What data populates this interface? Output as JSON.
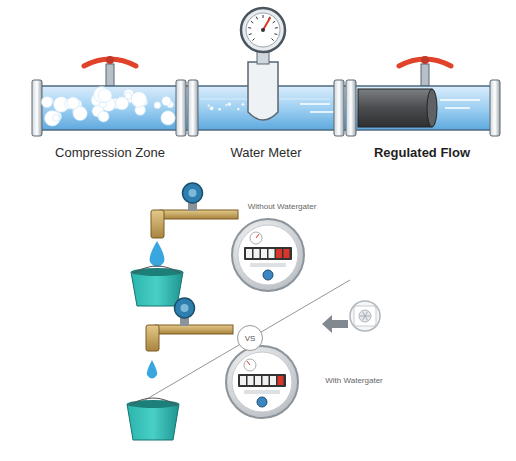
{
  "diagram": {
    "nodes": [
      {
        "text": [
          "VS"
        ]
      }
    ],
    "labels": [
      "Compression Zone",
      "Water Meter",
      "Regulated Flow",
      "Without Watergater",
      "With Watergater"
    ]
  }
}
